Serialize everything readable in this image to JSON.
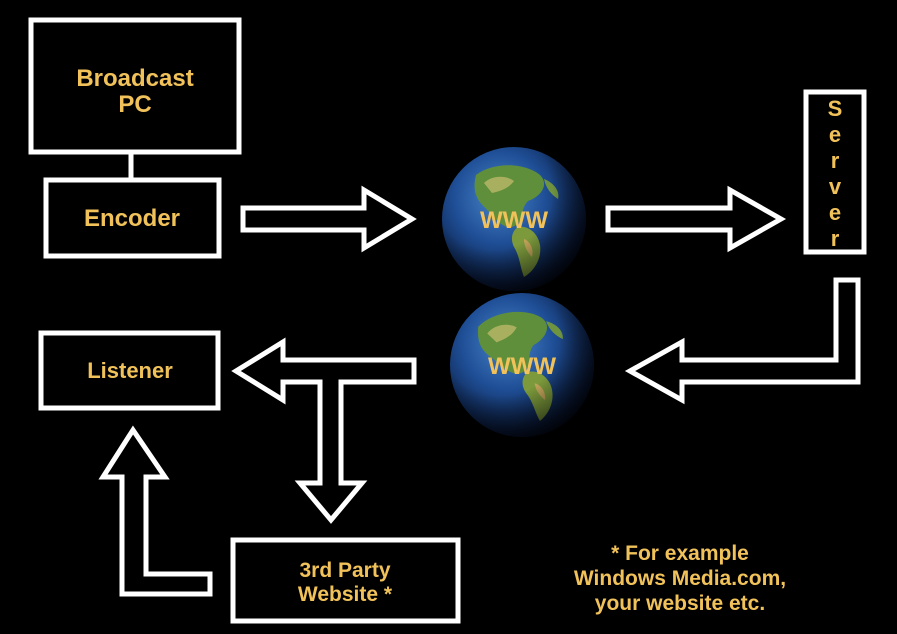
{
  "nodes": {
    "broadcast_pc": {
      "line1": "Broadcast",
      "line2": "PC"
    },
    "encoder": {
      "label": "Encoder"
    },
    "www_top": {
      "label": "WWW"
    },
    "www_bottom": {
      "label": "WWW"
    },
    "server": {
      "letters": [
        "S",
        "e",
        "r",
        "v",
        "e",
        "r"
      ]
    },
    "listener": {
      "label": "Listener"
    },
    "third_party": {
      "line1": "3rd Party",
      "line2": "Website *"
    }
  },
  "footnote": {
    "line1": "* For example",
    "line2": "Windows Media.com,",
    "line3": "your website etc."
  },
  "colors": {
    "background": "#000000",
    "label": "#f1c25a",
    "stroke": "#ffffff"
  }
}
